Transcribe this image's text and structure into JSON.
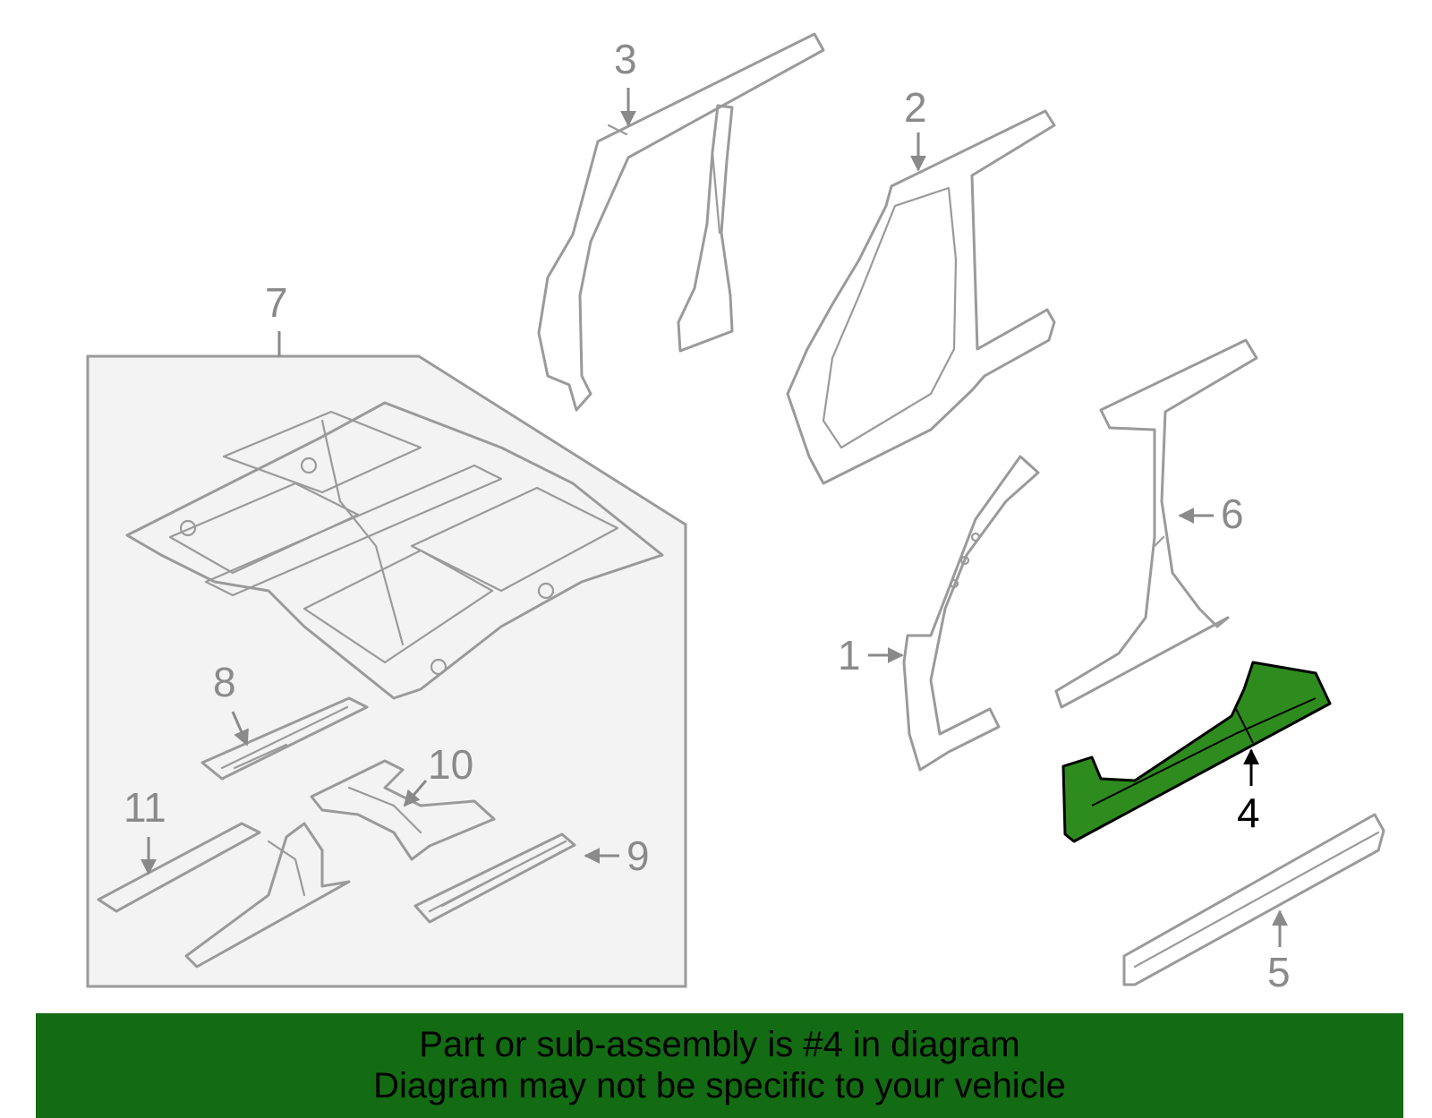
{
  "diagram": {
    "highlighted_part": "4",
    "highlight_color": "#2e8b1e",
    "banner_color": "#136b13",
    "callouts": [
      "1",
      "2",
      "3",
      "4",
      "5",
      "6",
      "7",
      "8",
      "9",
      "10",
      "11"
    ]
  },
  "banner": {
    "line1": "Part or sub-assembly is #4 in diagram",
    "line2": "Diagram may not be specific to your vehicle"
  }
}
